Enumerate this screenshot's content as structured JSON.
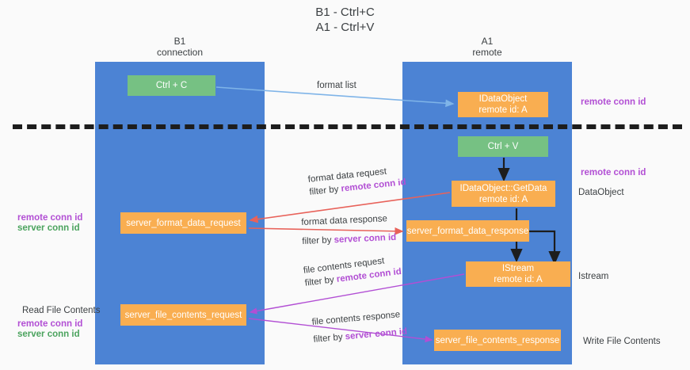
{
  "title": {
    "line1": "B1 - Ctrl+C",
    "line2": "A1 - Ctrl+V"
  },
  "lanes": [
    {
      "id": "b1",
      "name": "B1",
      "role": "connection",
      "color": "#4c83d4"
    },
    {
      "id": "a1",
      "name": "A1",
      "role": "remote",
      "color": "#4c83d4"
    }
  ],
  "nodes": {
    "ctrl_c": {
      "line1": "Ctrl + C",
      "line2": "",
      "color": "#76c183"
    },
    "idataobject": {
      "line1": "IDataObject",
      "line2": "remote id: A",
      "color": "#f9ae51"
    },
    "ctrl_v": {
      "line1": "Ctrl + V",
      "line2": "",
      "color": "#76c183"
    },
    "getdata": {
      "line1": "IDataObject::GetData",
      "line2": "remote id: A",
      "color": "#f9ae51"
    },
    "server_format_data_request": {
      "line1": "server_format_data_request",
      "line2": "",
      "color": "#f9ae51"
    },
    "server_format_data_response": {
      "line1": "server_format_data_response",
      "line2": "",
      "color": "#f9ae51"
    },
    "istream": {
      "line1": "IStream",
      "line2": "remote id: A",
      "color": "#f9ae51"
    },
    "server_file_contents_request": {
      "line1": "server_file_contents_request",
      "line2": "",
      "color": "#f9ae51"
    },
    "server_file_contents_response": {
      "line1": "server_file_contents_response",
      "line2": "",
      "color": "#f9ae51"
    }
  },
  "edge_labels": {
    "format_list": "format list",
    "format_data_request": {
      "main": "format data request",
      "filter_prefix": "filter by ",
      "filter_key": "remote conn id"
    },
    "format_data_response": {
      "main": "format data response",
      "filter_prefix": "filter by ",
      "filter_key": "server conn id"
    },
    "file_contents_request": {
      "main": "file contents request",
      "filter_prefix": "filter by ",
      "filter_key": "remote conn id"
    },
    "file_contents_response": {
      "main": "file contents response",
      "filter_prefix": "filter by ",
      "filter_key": "server conn id"
    }
  },
  "side_labels": {
    "right": {
      "remote_conn_id_top": "remote conn id",
      "remote_conn_id_mid": "remote conn id",
      "dataobject": "DataObject",
      "istream": "Istream",
      "write_file_contents": "Write File Contents"
    },
    "left": {
      "remote_conn_id_mid": "remote conn id",
      "server_conn_id_mid": "server conn id",
      "read_file_contents": "Read File Contents",
      "remote_conn_id_bottom": "remote conn id",
      "server_conn_id_bottom": "server conn id"
    }
  },
  "colors": {
    "lane": "#4c83d4",
    "green_node": "#76c183",
    "orange_node": "#f9ae51",
    "purple_text": "#b24fd4",
    "green_text": "#4ba35e",
    "arrow_blue": "#7fb4e8",
    "arrow_red": "#e8625a",
    "arrow_magenta": "#b24fd4",
    "arrow_dark": "#1d1d1d",
    "divider": "#1d1d1d",
    "background": "#fafafa"
  }
}
